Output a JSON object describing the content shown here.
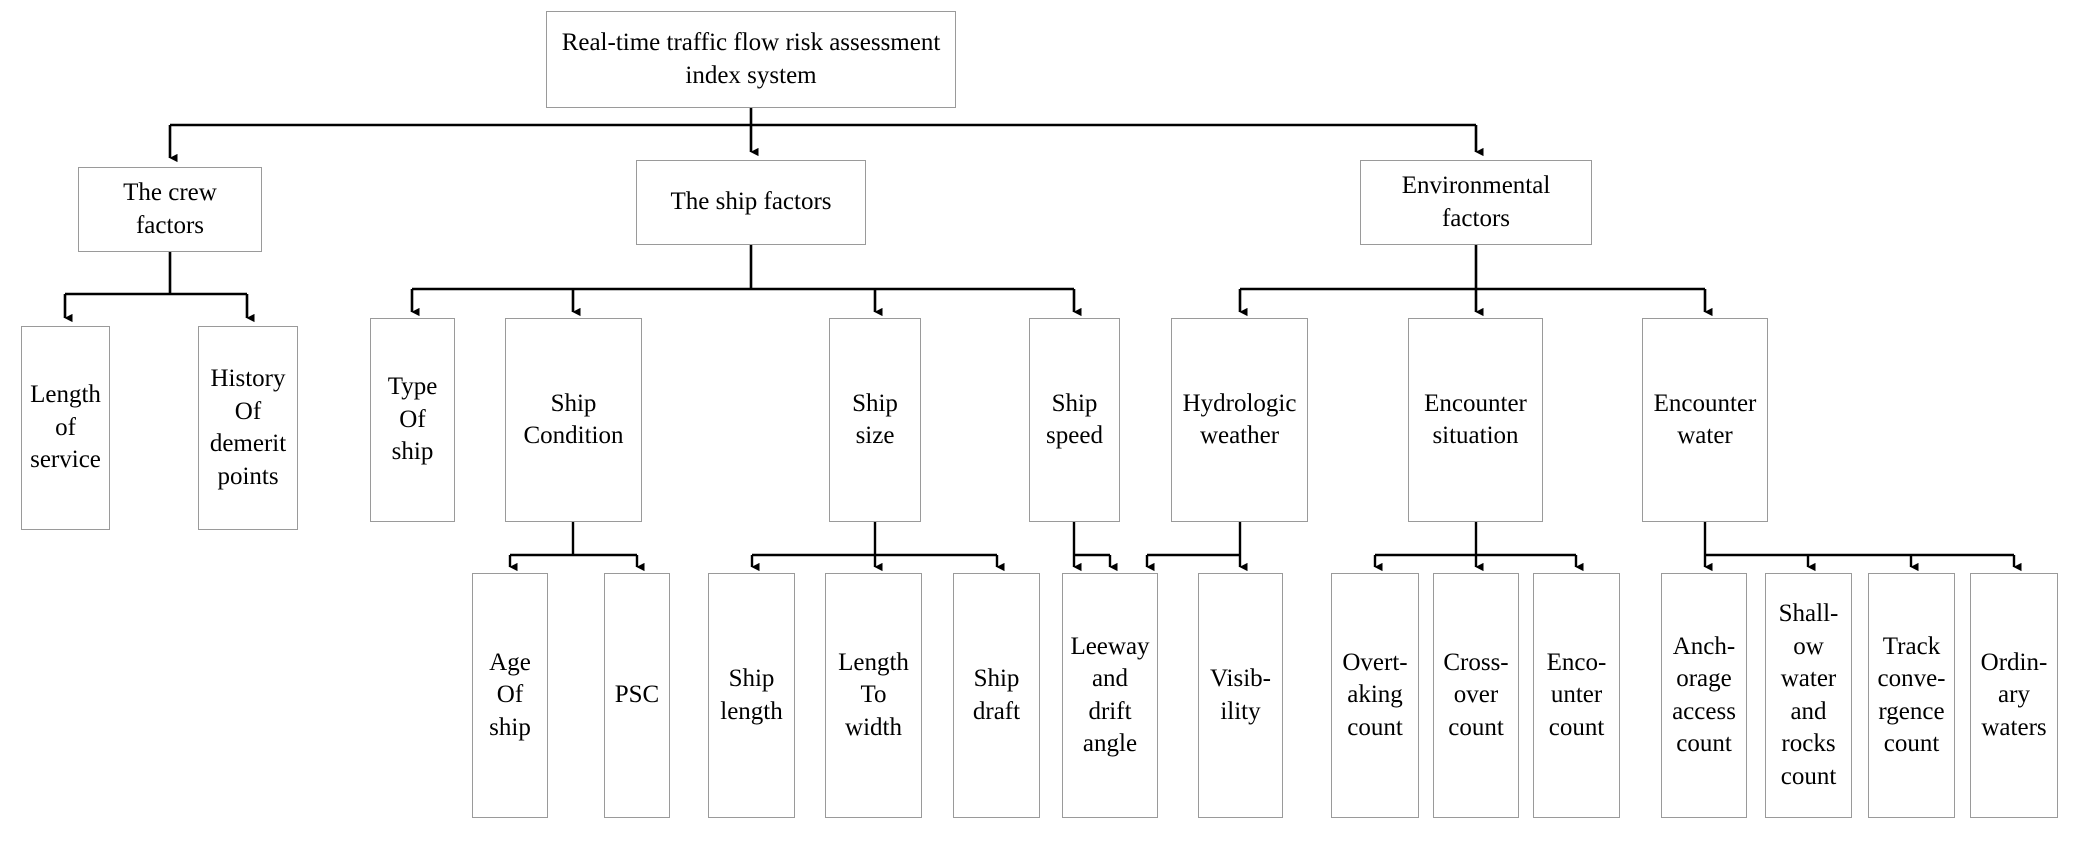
{
  "diagram": {
    "title": "Real-time traffic flow risk assessment index system",
    "type": "hierarchy-tree",
    "orientation": "top-down",
    "background_color": "#ffffff",
    "box_border_color": "#9a9a9a",
    "connector_color": "#000000",
    "text_color": "#000000",
    "levels": 4
  },
  "nodes": {
    "root": {
      "label": "Real-time traffic flow risk assessment\nindex system"
    },
    "crew_factors": {
      "label": "The crew\nfactors"
    },
    "ship_factors": {
      "label": "The ship factors"
    },
    "environmental_factors": {
      "label": "Environmental\nfactors"
    },
    "length_of_service": {
      "label": "Length\nof\nservice"
    },
    "history_of_demerit_points": {
      "label": "History\nOf\ndemerit\npoints"
    },
    "type_of_ship": {
      "label": "Type\nOf\nship"
    },
    "ship_condition": {
      "label": "Ship\nCondition"
    },
    "ship_size": {
      "label": "Ship\nsize"
    },
    "ship_speed": {
      "label": "Ship\nspeed"
    },
    "hydrologic_weather": {
      "label": "Hydrologic\nweather"
    },
    "encounter_situation": {
      "label": "Encounter\nsituation"
    },
    "encounter_water": {
      "label": "Encounter\nwater"
    },
    "age_of_ship": {
      "label": "Age\nOf\nship"
    },
    "psc": {
      "label": "PSC"
    },
    "ship_length": {
      "label": "Ship\nlength"
    },
    "length_to_width": {
      "label": "Length\nTo\nwidth"
    },
    "ship_draft": {
      "label": "Ship\ndraft"
    },
    "leeway_and_drift_angle": {
      "label": "Leeway\nand\ndrift\nangle"
    },
    "visibility": {
      "label": "Visib-\nility"
    },
    "overtaking_count": {
      "label": "Overt-\naking\ncount"
    },
    "crossover_count": {
      "label": "Cross-\nover\ncount"
    },
    "encounter_count": {
      "label": "Enco-\nunter\ncount"
    },
    "anchorage_access_count": {
      "label": "Anch-\norage\naccess\ncount"
    },
    "shallow_water_and_rocks_count": {
      "label": "Shall-\now\nwater\nand\nrocks\ncount"
    },
    "track_convergence_count": {
      "label": "Track\nconve-\nrgence\ncount"
    },
    "ordinary_waters": {
      "label": "Ordin-\nary\nwaters"
    }
  },
  "edges": [
    {
      "from": "root",
      "to": "crew_factors"
    },
    {
      "from": "root",
      "to": "ship_factors"
    },
    {
      "from": "root",
      "to": "environmental_factors"
    },
    {
      "from": "crew_factors",
      "to": "length_of_service"
    },
    {
      "from": "crew_factors",
      "to": "history_of_demerit_points"
    },
    {
      "from": "ship_factors",
      "to": "type_of_ship"
    },
    {
      "from": "ship_factors",
      "to": "ship_condition"
    },
    {
      "from": "ship_factors",
      "to": "ship_size"
    },
    {
      "from": "ship_factors",
      "to": "ship_speed"
    },
    {
      "from": "environmental_factors",
      "to": "hydrologic_weather"
    },
    {
      "from": "environmental_factors",
      "to": "encounter_situation"
    },
    {
      "from": "environmental_factors",
      "to": "encounter_water"
    },
    {
      "from": "ship_condition",
      "to": "age_of_ship"
    },
    {
      "from": "ship_condition",
      "to": "psc"
    },
    {
      "from": "ship_size",
      "to": "ship_length"
    },
    {
      "from": "ship_size",
      "to": "length_to_width"
    },
    {
      "from": "ship_size",
      "to": "ship_draft"
    },
    {
      "from": "ship_speed",
      "to": "leeway_and_drift_angle"
    },
    {
      "from": "ship_speed",
      "to": "visibility"
    },
    {
      "from": "hydrologic_weather",
      "to": "leeway_and_drift_angle"
    },
    {
      "from": "hydrologic_weather",
      "to": "visibility"
    },
    {
      "from": "encounter_situation",
      "to": "overtaking_count"
    },
    {
      "from": "encounter_situation",
      "to": "crossover_count"
    },
    {
      "from": "encounter_situation",
      "to": "encounter_count"
    },
    {
      "from": "encounter_water",
      "to": "anchorage_access_count"
    },
    {
      "from": "encounter_water",
      "to": "shallow_water_and_rocks_count"
    },
    {
      "from": "encounter_water",
      "to": "track_convergence_count"
    },
    {
      "from": "encounter_water",
      "to": "ordinary_waters"
    }
  ]
}
